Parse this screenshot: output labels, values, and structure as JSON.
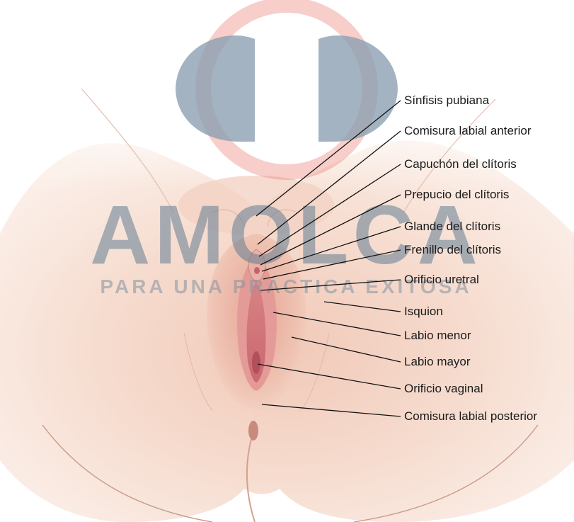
{
  "watermark": {
    "brand": "AMOLCA",
    "tagline": "PARA UNA PRÁCTICA EXITOSA",
    "colors": {
      "ring": "#e98478",
      "logo": "#5f7b92",
      "text": "#8795a2"
    }
  },
  "colors": {
    "skin_light": "#f7e3d9",
    "skin_mid": "#efc9b8",
    "skin_dark": "#d99484",
    "mucosa": "#d77a7d",
    "leader_line": "#111111"
  },
  "labels": [
    {
      "id": "sinfisis-pubiana",
      "text": "Sínfisis pubiana"
    },
    {
      "id": "comisura-labial-anterior",
      "text": "Comisura labial anterior"
    },
    {
      "id": "capuchon-del-clitoris",
      "text": "Capuchón del clítoris"
    },
    {
      "id": "prepucio-del-clitoris",
      "text": "Prepucio del clítoris"
    },
    {
      "id": "glande-del-clitoris",
      "text": "Glande del clítoris"
    },
    {
      "id": "frenillo-del-clitoris",
      "text": "Frenillo del clítoris"
    },
    {
      "id": "orificio-uretral",
      "text": "Orificio uretral"
    },
    {
      "id": "isquion",
      "text": "Isquion"
    },
    {
      "id": "labio-menor",
      "text": "Labio menor"
    },
    {
      "id": "labio-mayor",
      "text": "Labio mayor"
    },
    {
      "id": "orificio-vaginal",
      "text": "Orificio vaginal"
    },
    {
      "id": "comisura-labial-posterior",
      "text": "Comisura labial posterior"
    }
  ]
}
